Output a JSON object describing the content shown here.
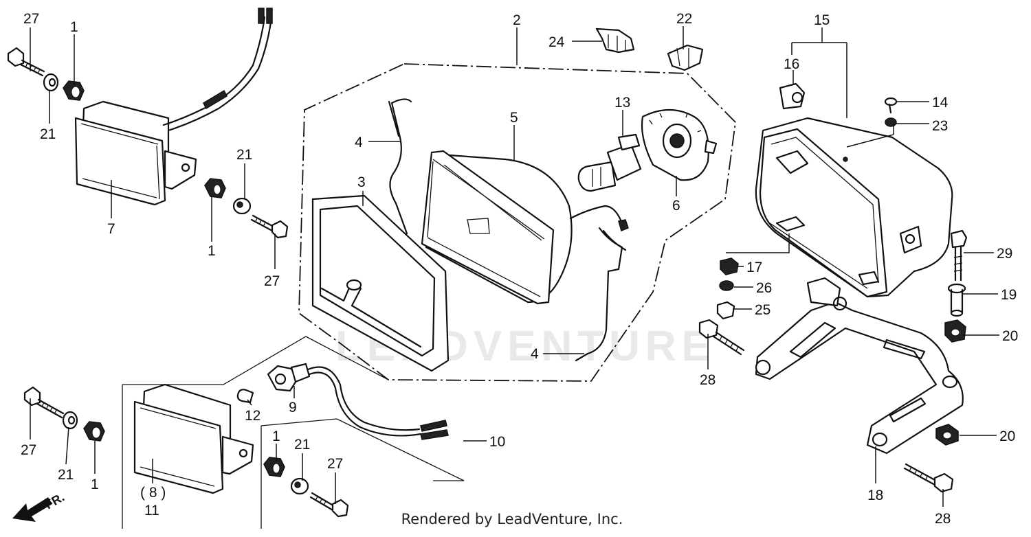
{
  "diagram": {
    "watermark": "LEADVENTURE",
    "direction_label": "FR.",
    "footer": "Rendered by LeadVenture, Inc.",
    "callouts": {
      "c27a": "27",
      "c1a": "1",
      "c21a": "21",
      "c7": "7",
      "c21b": "21",
      "c1b": "1",
      "c27b": "27",
      "c2": "2",
      "c24": "24",
      "c22": "22",
      "c4a": "4",
      "c3": "3",
      "c5": "5",
      "c13": "13",
      "c6": "6",
      "c4b": "4",
      "c15": "15",
      "c16": "16",
      "c14": "14",
      "c23": "23",
      "c29": "29",
      "c19": "19",
      "c20a": "20",
      "c17": "17",
      "c26": "26",
      "c25": "25",
      "c28a": "28",
      "c20b": "20",
      "c18": "18",
      "c28b": "28",
      "c9": "9",
      "c12": "12",
      "c10": "10",
      "c27c": "27",
      "c21c": "21",
      "c1c": "1",
      "c8": "( 8 )",
      "c11": "11",
      "c1d": "1",
      "c21d": "21",
      "c27d": "27"
    }
  }
}
